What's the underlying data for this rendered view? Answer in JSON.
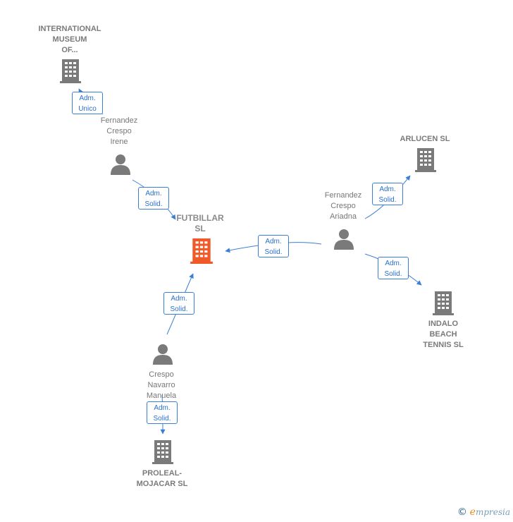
{
  "nodes": [
    {
      "id": "futbillar",
      "label": "FUTBILLAR\nSL",
      "kind": "company",
      "main": true
    },
    {
      "id": "international",
      "label": "INTERNATIONAL\nMUSEUM\nOF...",
      "kind": "company"
    },
    {
      "id": "arlucen",
      "label": "ARLUCEN  SL",
      "kind": "company"
    },
    {
      "id": "indalo",
      "label": "INDALO\nBEACH\nTENNIS  SL",
      "kind": "company"
    },
    {
      "id": "proleal",
      "label": "PROLEAL-\nMOJACAR SL",
      "kind": "company"
    },
    {
      "id": "irene",
      "label": "Fernandez\nCrespo\nIrene",
      "kind": "person"
    },
    {
      "id": "ariadna",
      "label": "Fernandez\nCrespo\nAriadna",
      "kind": "person"
    },
    {
      "id": "manuela",
      "label": "Crespo\nNavarro\nManuela",
      "kind": "person"
    }
  ],
  "edges": [
    {
      "id": "irene-international",
      "role": "Adm.\nUnico"
    },
    {
      "id": "irene-futbillar",
      "role": "Adm.\nSolid."
    },
    {
      "id": "ariadna-futbillar",
      "role": "Adm.\nSolid."
    },
    {
      "id": "ariadna-arlucen",
      "role": "Adm.\nSolid."
    },
    {
      "id": "ariadna-indalo",
      "role": "Adm.\nSolid."
    },
    {
      "id": "manuela-futbillar",
      "role": "Adm.\nSolid."
    },
    {
      "id": "manuela-proleal",
      "role": "Adm.\nSolid."
    }
  ],
  "colors": {
    "company_icon": "#7a7a7a",
    "main_company_icon": "#f05a28",
    "person_icon": "#7a7a7a",
    "edge": "#3a7fd5"
  },
  "footer": {
    "copyright_symbol": "©",
    "brand_initial": "e",
    "brand_rest": "mpresia"
  }
}
